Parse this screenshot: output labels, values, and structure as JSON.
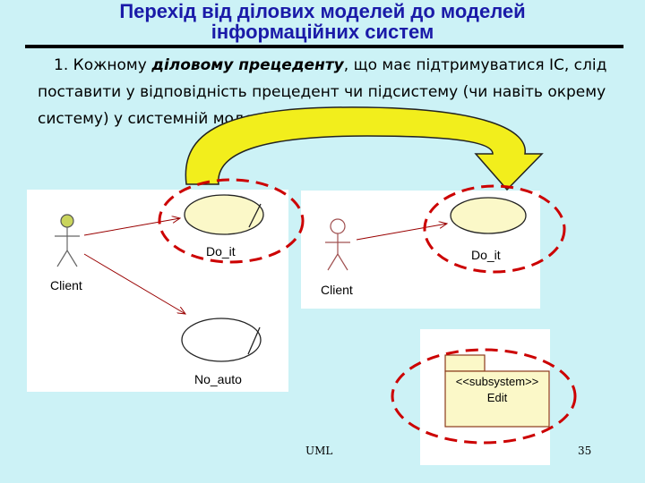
{
  "header": {
    "title_line1": "Перехід від ділових моделей до моделей",
    "title_line2": "інформаційних систем"
  },
  "paragraph": {
    "prefix": "1. Кожному ",
    "emphasis": "діловому прецеденту",
    "suffix": ", що має підтримуватися ІС, слід поставити у відповідність прецедент чи підсистему (чи навіть окрему систему) у системній моделі."
  },
  "business_model": {
    "actor_label": "Client",
    "usecase1_label": "Do_it",
    "usecase2_label": "No_auto"
  },
  "system_model": {
    "actor_label": "Client",
    "usecase_label": "Do_it",
    "subsystem_stereotype": "<<subsystem>>",
    "subsystem_name": "Edit"
  },
  "footer": {
    "left": "UML",
    "page_number": "35"
  },
  "colors": {
    "background": "#ccf2f6",
    "title": "#1a1aa8",
    "usecase_fill": "#fbf8c8",
    "dashed_highlight": "#cc0000",
    "arrow_fill": "#f2ee1c",
    "association": "#990000"
  }
}
